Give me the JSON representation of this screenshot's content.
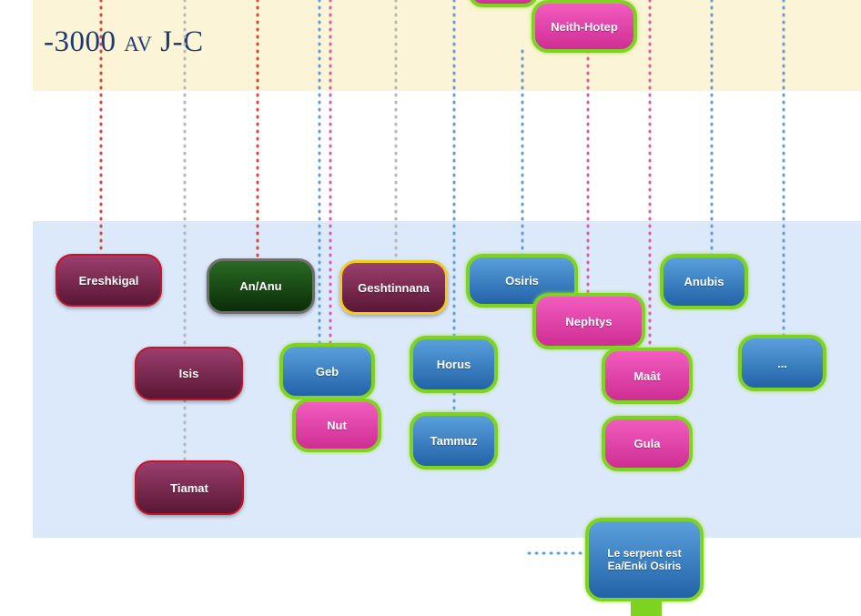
{
  "era": {
    "title": "-3000 av J-C"
  },
  "colors": {
    "top_band": "#fbf4d6",
    "middle_band": "#dce9fb",
    "green_outline": "#7ed321",
    "red_dots": "#e0452f",
    "blue_dots": "#5b9ee0",
    "pink_dots": "#e05aa6",
    "gray_dots": "#b8b8b8"
  },
  "nodes": {
    "neith_hotep": "Neith-Hotep",
    "ereshkigal": "Ereshkigal",
    "an_anu": "An/Anu",
    "geshtinnana": "Geshtinnana",
    "osiris": "Osiris",
    "anubis": "Anubis",
    "nephtys": "Nephtys",
    "isis": "Isis",
    "geb": "Geb",
    "horus": "Horus",
    "maat": "Maât",
    "more": "...",
    "nut": "Nut",
    "tammuz": "Tammuz",
    "gula": "Gula",
    "tiamat": "Tiamat",
    "serpent": "Le serpent est Ea/Enki Osiris"
  }
}
